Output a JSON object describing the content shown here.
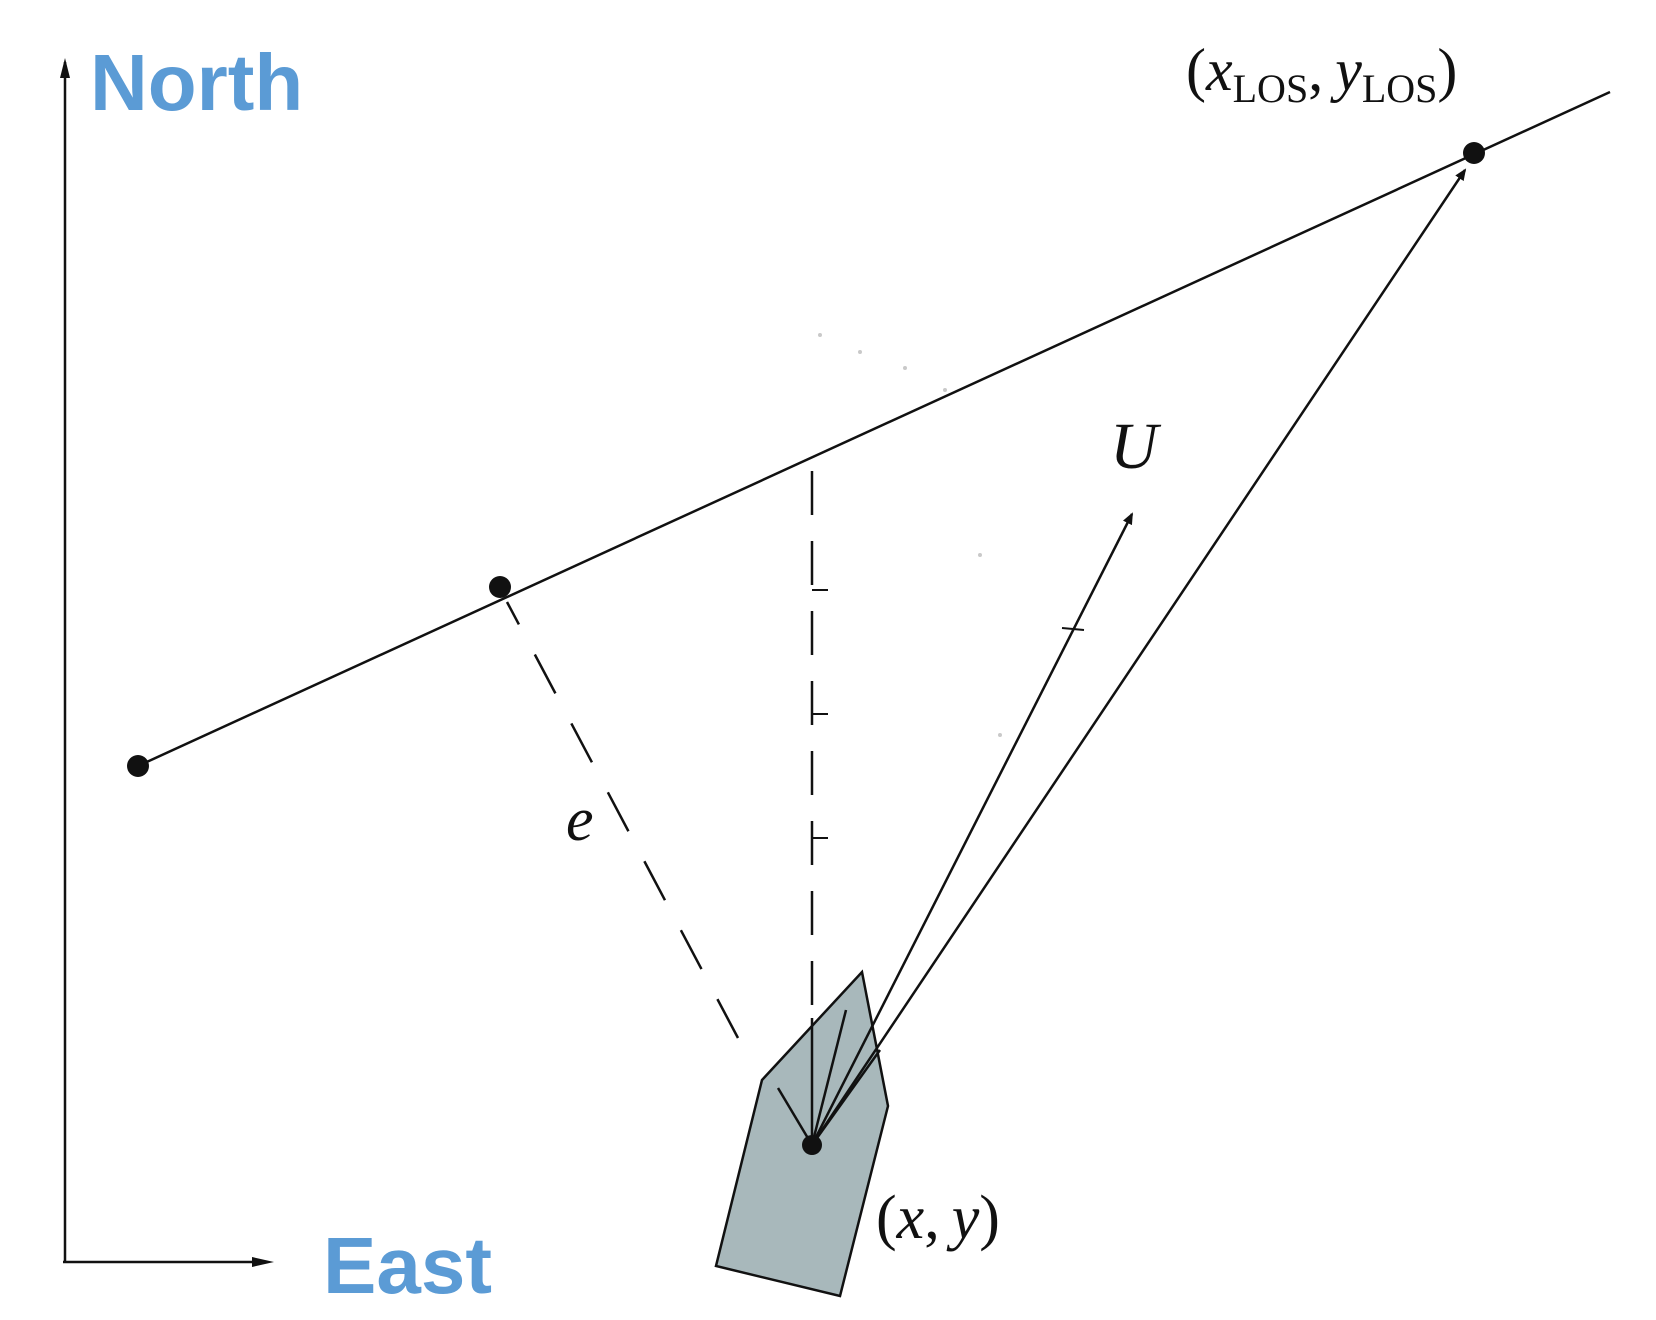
{
  "axes": {
    "north_label": "North",
    "east_label": "East",
    "label_color": "#5b9bd5"
  },
  "labels": {
    "los_point": {
      "open_paren": "(",
      "x": "x",
      "x_sub": "LOS",
      "comma": ",",
      "y": "y",
      "y_sub": "LOS",
      "close_paren": ")"
    },
    "vessel_point": {
      "open_paren": "(",
      "x": "x",
      "comma": ",",
      "y": "y",
      "close_paren": ")"
    },
    "speed": "U",
    "cross_track_error": "e"
  },
  "colors": {
    "line": "#111111",
    "vessel_fill": "#a8b8bb",
    "vessel_stroke": "#111111"
  }
}
